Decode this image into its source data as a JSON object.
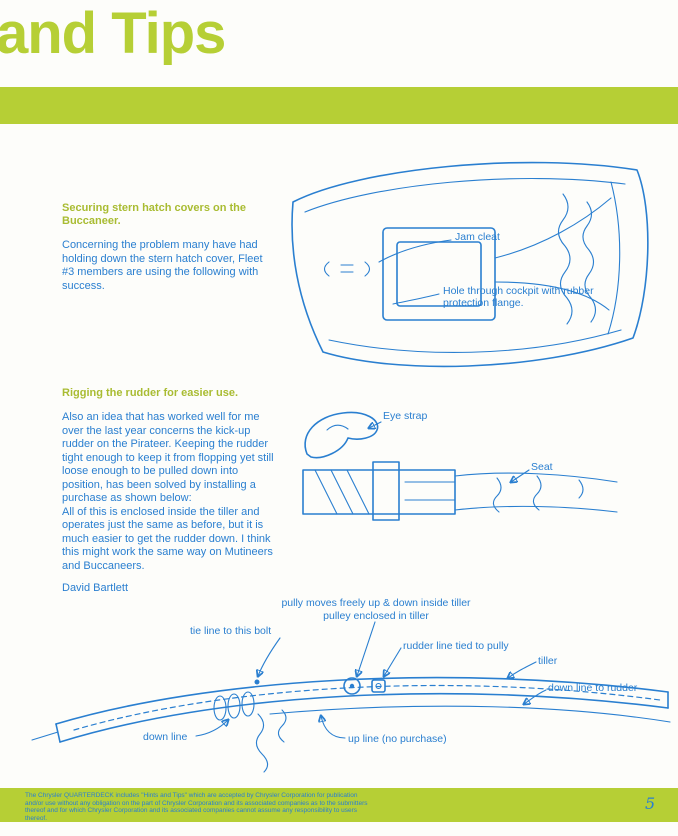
{
  "page": {
    "title": "and Tips",
    "page_number": "5"
  },
  "colors": {
    "green": "#b6cf35",
    "heading_green": "#a9bc32",
    "blue": "#2a7fd0",
    "background": "#fdfdfa"
  },
  "articles": [
    {
      "heading": "Securing stern hatch covers on the Buccaneer.",
      "body": "Concerning the problem many have had holding down the stern hatch cover, Fleet #3 members are using the following with success."
    },
    {
      "heading": "Rigging the rudder for easier use.",
      "body": "Also an idea that has worked well for me over the last year concerns the kick-up rudder on the Pirateer. Keeping the rudder tight enough to keep it from flopping yet still loose enough to be pulled down into position, has been solved by installing a purchase as shown below:\nAll of this is enclosed inside the tiller and operates just the same as before, but it is much easier to get the rudder down. I think this might work the same way on Mutineers and Buccaneers.",
      "byline": "David Bartlett"
    }
  ],
  "diagrams": {
    "stern_hatch": {
      "labels": {
        "jam_cleat": "Jam cleat",
        "hole": "Hole through cockpit with rubber protection flange."
      }
    },
    "rudder_seat": {
      "labels": {
        "eye_strap": "Eye strap",
        "seat": "Seat"
      }
    },
    "tiller": {
      "labels": {
        "pully_moves": "pully moves freely up & down inside tiller",
        "pulley_enclosed": "pulley enclosed in tiller",
        "tie_line": "tie line to this bolt",
        "rudder_line": "rudder line tied to pully",
        "tiller": "tiller",
        "down_line_rudder": "down line to rudder",
        "down_line": "down line",
        "up_line": "up line (no purchase)"
      }
    }
  },
  "footer": {
    "disclaimer": "The Chrysler QUARTERDECK includes \"Hints and Tips\" which are accepted by Chrysler Corporation for publication and/or use without any obligation on the part of Chrysler Corporation and its associated companies as to the submitters thereof and for which Chrysler Corporation and its associated companies cannot assume any responsibility to users thereof."
  }
}
